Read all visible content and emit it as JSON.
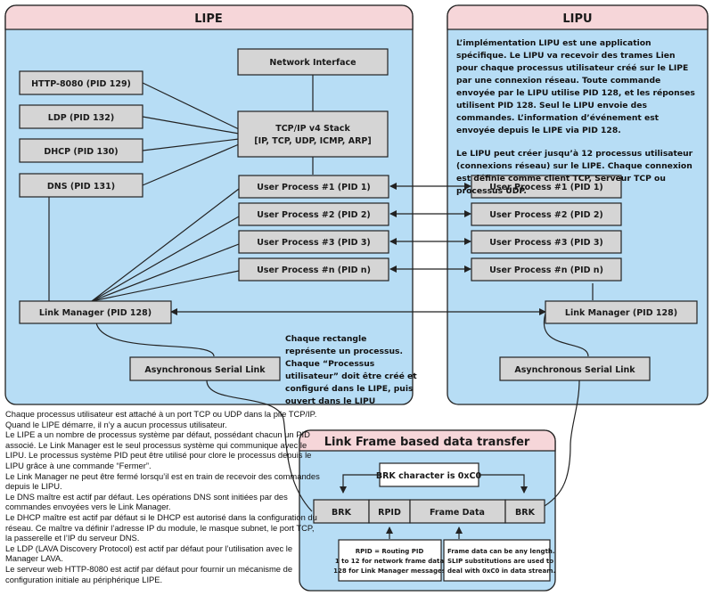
{
  "lipe": {
    "title": "LIPE",
    "network_interface": "Network Interface",
    "tcpip_stack_line1": "TCP/IP v4 Stack",
    "tcpip_stack_line2": "[IP, TCP, UDP, ICMP, ARP]",
    "services": [
      "HTTP-8080 (PID 129)",
      "LDP (PID 132)",
      "DHCP (PID 130)",
      "DNS (PID 131)"
    ],
    "user_processes": [
      "User Process #1 (PID 1)",
      "User Process #2 (PID 2)",
      "User Process #3 (PID 3)",
      "User Process #n (PID n)"
    ],
    "link_manager": "Link Manager (PID 128)",
    "async_link": "Asynchronous Serial Link"
  },
  "lipu": {
    "title": "LIPU",
    "description_p1": "L’implémentation LIPU est une application spécifique. Le LIPU va recevoir des trames Lien pour chaque processus utilisateur créé sur le LIPE par une connexion réseau. Toute commande envoyée par le LIPU utilise PID 128, et les réponses utilisent PID 128. Seul le LIPU envoie des commandes. L’information d’événement est envoyée  depuis le LIPE via PID 128.",
    "description_p2": "Le LIPU peut créer jusqu’à 12 processus utilisateur (connexions réseau) sur le LIPE. Chaque connexion est définie comme client TCP, Serveur TCP ou processus UDP.",
    "user_processes": [
      "User Process #1 (PID 1)",
      "User Process #2 (PID 2)",
      "User Process #3 (PID 3)",
      "User Process #n (PID n)"
    ],
    "link_manager": "Link Manager (PID 128)",
    "async_link": "Asynchronous Serial Link"
  },
  "rect_note": "Chaque rectangle représente un processus. Chaque “Processus utilisateur” doit être créé et configuré dans le LIPE, puis ouvert dans le LIPU",
  "frame": {
    "title": "Link Frame based data transfer",
    "brk_note": "BRK character is 0xC0",
    "fields": [
      "BRK",
      "RPID",
      "Frame Data",
      "BRK"
    ],
    "rpid_note": [
      "RPID = Routing PID",
      "1 to 12 for network frame data",
      "128 for Link Manager messages"
    ],
    "data_note": [
      "Frame data can be any length.",
      "SLIP substitutions are used to",
      "deal with 0xC0 in data stream."
    ]
  },
  "notes": [
    "Chaque processus utilisateur est attaché à un port TCP ou UDP dans la pile TCP/IP.",
    "Quand le LIPE démarre, il n’y a aucun processus utilisateur.",
    "Le LIPE a un nombre de processus système par défaut, possédant chacun un PID associé. Le Link Manager est le seul processus système qui communique avec le LIPU. Le processus système PID peut être utilisé pour clore le processus depuis le LIPU grâce à une commande “Fermer”.",
    "Le Link Manager ne peut être fermé lorsqu’il est en train de recevoir des commandes depuis le LIPU.",
    "Le DNS maître est actif par défaut. Les opérations DNS sont initiées par des commandes envoyées vers le Link Manager.",
    "Le DHCP maître est actif par défaut si le DHCP est autorisé dans la configuration du réseau. Ce maître va définir l’adresse IP du module, le masque subnet, le port TCP, la passerelle et l’IP du serveur DNS.",
    "Le LDP (LAVA Discovery Protocol) est actif par défaut pour l’utilisation avec le Manager LAVA.",
    "Le serveur web HTTP-8080 est actif par défaut pour fournir un mécanisme de configuration initiale au périphérique LIPE."
  ],
  "colors": {
    "panel_fill": "#b7ddf5",
    "header_fill": "#f6d6d9",
    "box_fill": "#d5d5d5",
    "stroke": "#222222"
  }
}
